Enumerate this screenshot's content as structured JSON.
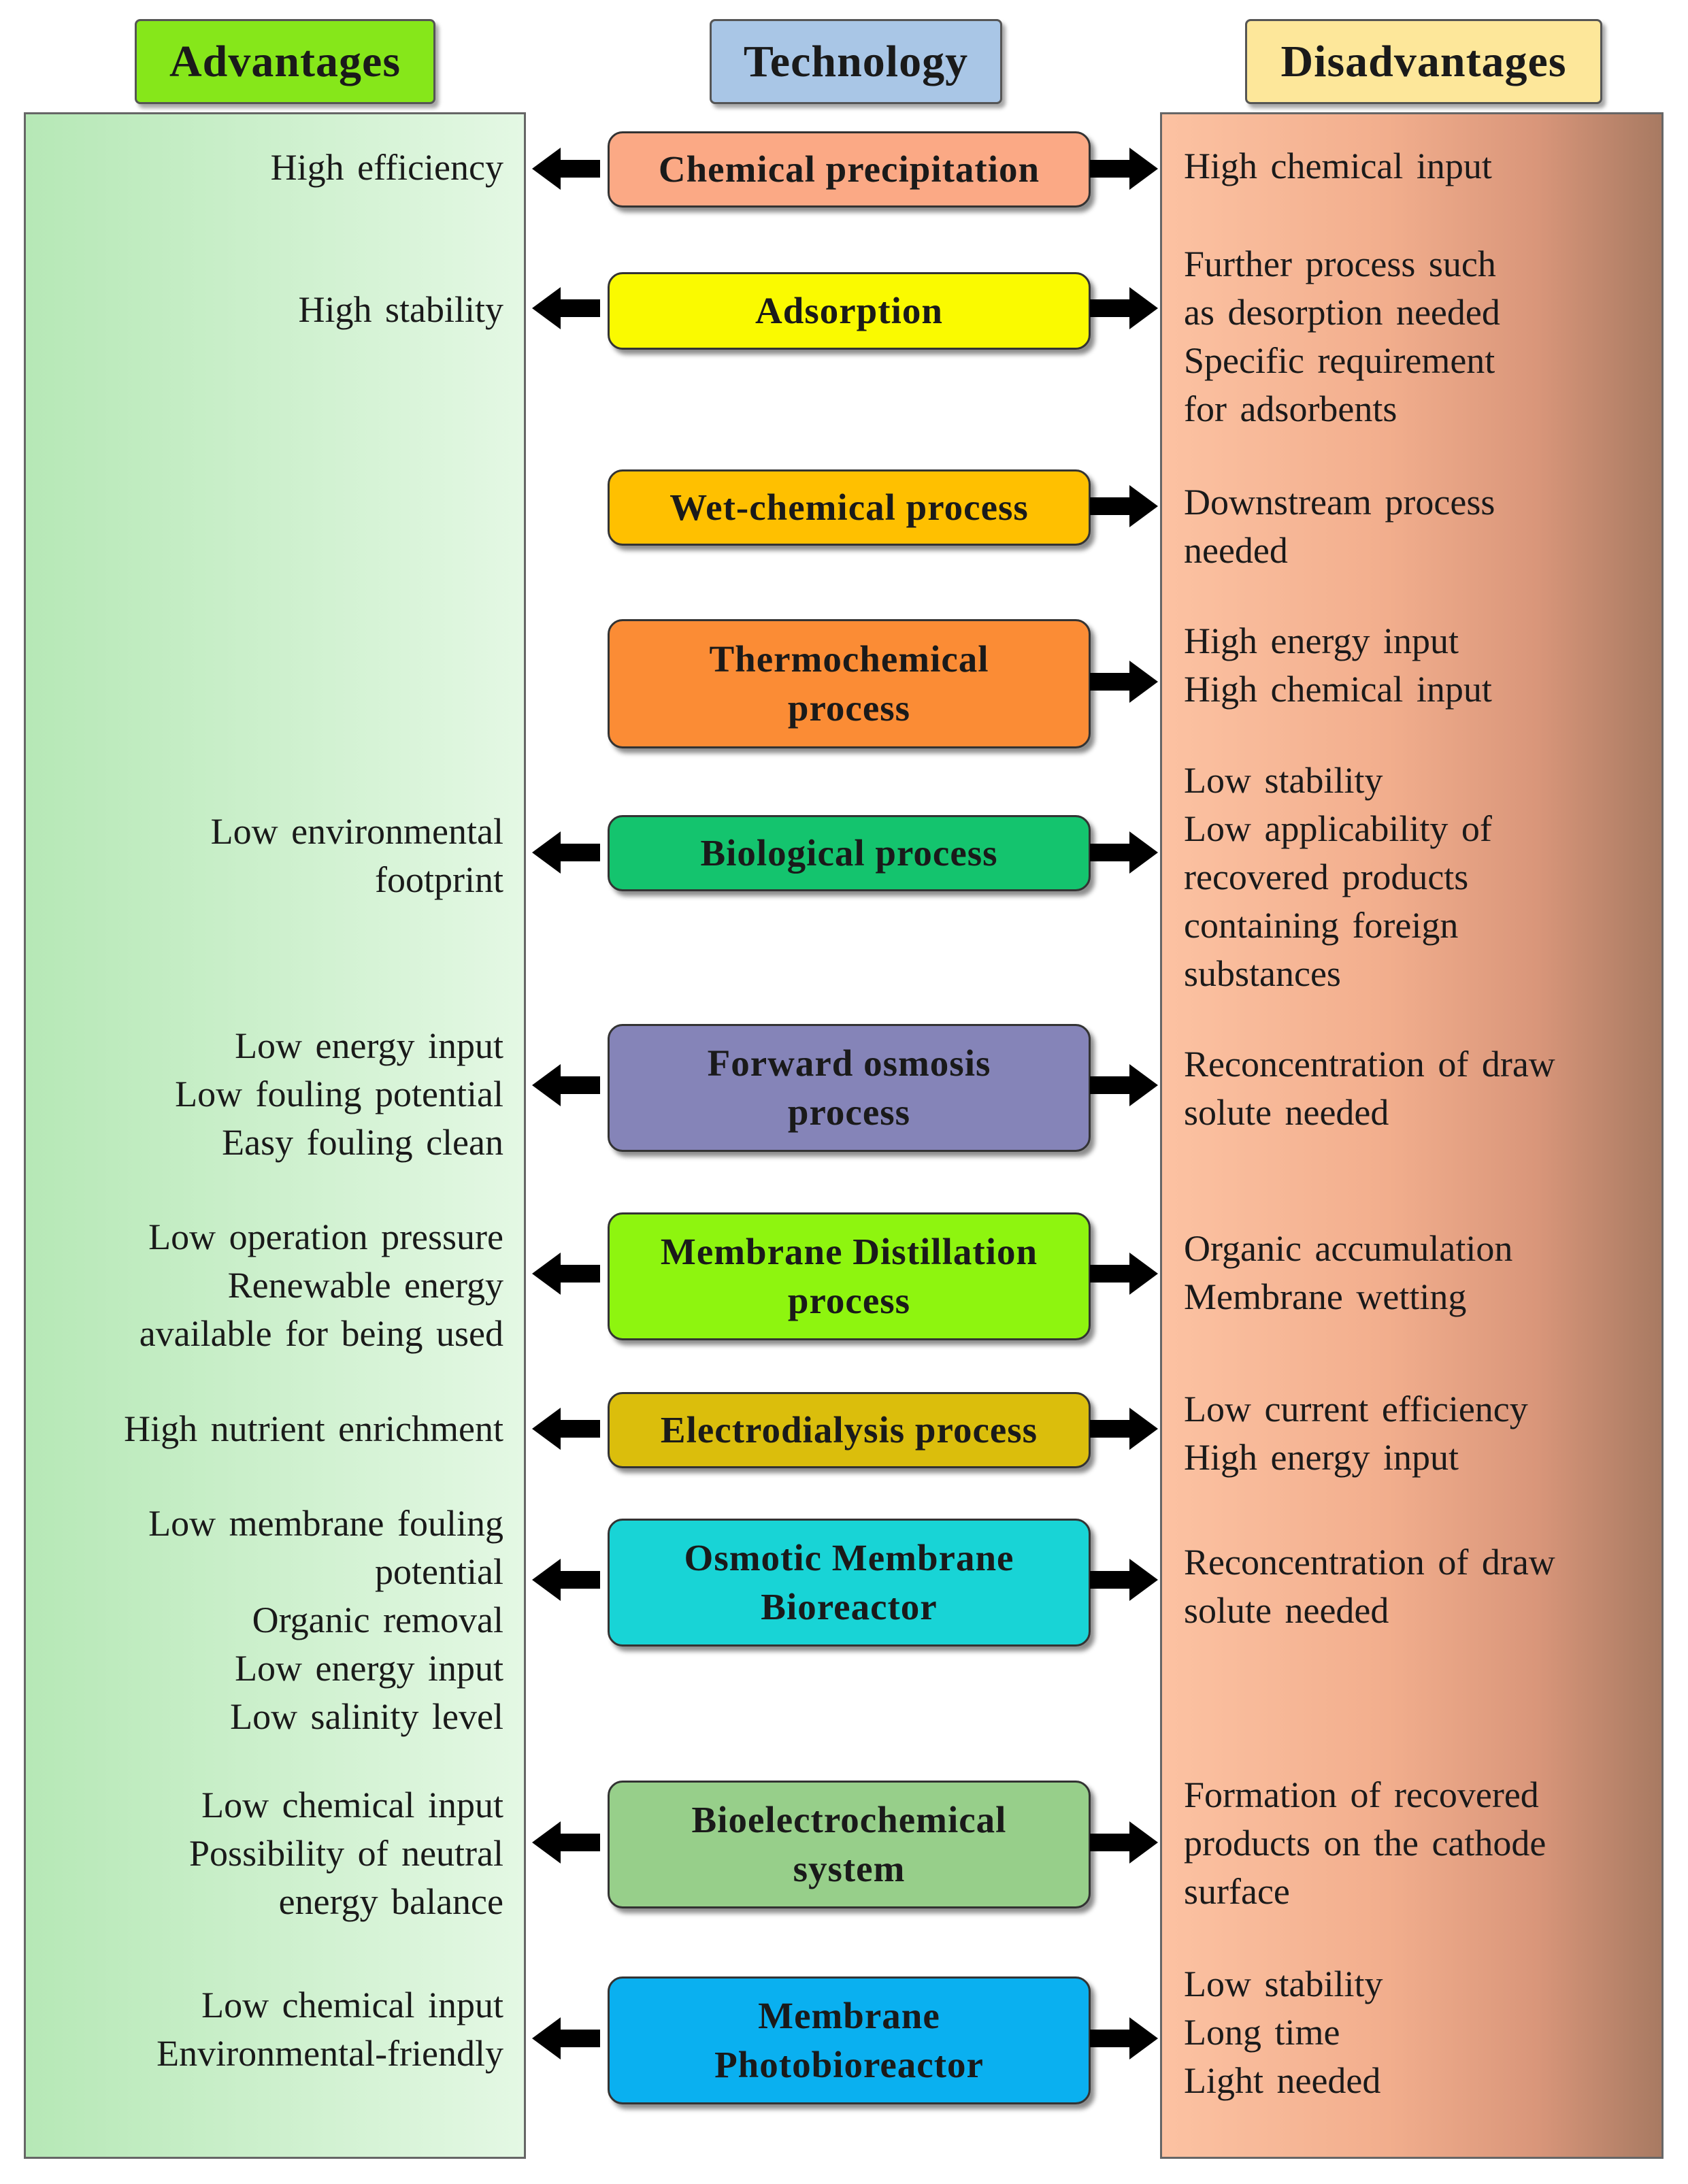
{
  "headers": {
    "advantages": "Advantages",
    "technology": "Technology",
    "disadvantages": "Disadvantages"
  },
  "colors": {
    "advantages_header": "#86e71a",
    "technology_header": "#a9c6e6",
    "disadvantages_header": "#fde79a"
  },
  "rows": [
    {
      "technology": "Chemical precipitation",
      "color": "#fba985",
      "advantages": "High efficiency",
      "disadvantages": "High chemical input"
    },
    {
      "technology": "Adsorption",
      "color": "#fafa00",
      "advantages": "High stability",
      "disadvantages": "Further process such\nas desorption needed\nSpecific requirement\nfor adsorbents"
    },
    {
      "technology": "Wet-chemical process",
      "color": "#ffc000",
      "advantages": "",
      "disadvantages": "Downstream process\nneeded"
    },
    {
      "technology": "Thermochemical\nprocess",
      "color": "#fb8c35",
      "advantages": "",
      "disadvantages": "High energy input\nHigh chemical input"
    },
    {
      "technology": "Biological process",
      "color": "#14c46e",
      "advantages": "Low environmental\nfootprint",
      "disadvantages": "Low stability\nLow applicability of\nrecovered products\ncontaining foreign\nsubstances"
    },
    {
      "technology": "Forward osmosis\nprocess",
      "color": "#8584b8",
      "advantages": "Low energy input\nLow fouling potential\nEasy fouling clean",
      "disadvantages": "Reconcentration of draw\nsolute needed"
    },
    {
      "technology": "Membrane Distillation\nprocess",
      "color": "#8ef50f",
      "advantages": "Low operation pressure\nRenewable energy\navailable for being used",
      "disadvantages": "Organic accumulation\nMembrane wetting"
    },
    {
      "technology": "Electrodialysis process",
      "color": "#dbbe0c",
      "advantages": "High nutrient enrichment",
      "disadvantages": "Low current efficiency\nHigh energy input"
    },
    {
      "technology": "Osmotic Membrane\nBioreactor",
      "color": "#18d4d6",
      "advantages": "Low membrane fouling\npotential\nOrganic removal\nLow energy input\nLow salinity level",
      "disadvantages": "Reconcentration of draw\nsolute needed"
    },
    {
      "technology": "Bioelectrochemical\nsystem",
      "color": "#97cf8a",
      "advantages": "Low chemical input\nPossibility of neutral\nenergy balance",
      "disadvantages": "Formation of recovered\nproducts on the cathode\nsurface"
    },
    {
      "technology": "Membrane\nPhotobioreactor",
      "color": "#0ab0f0",
      "advantages": "Low chemical input\nEnvironmental-friendly",
      "disadvantages": "Low stability\nLong time\nLight needed"
    }
  ]
}
